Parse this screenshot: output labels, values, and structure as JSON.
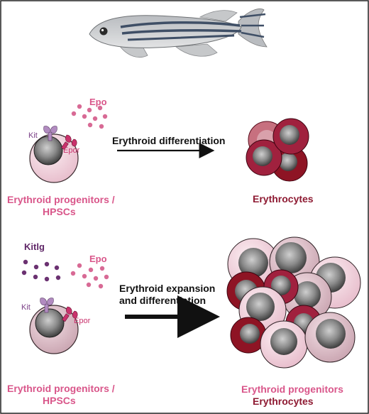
{
  "top_panel": {
    "ligand": "Epo",
    "kit_label": "Kit",
    "epor_label": "Epor",
    "arrow_label": "Erythroid differentiation",
    "source_label_line1": "Erythroid progenitors /",
    "source_label_line2": "HPSCs",
    "result_label": "Erythrocytes"
  },
  "bottom_panel": {
    "ligand_kitlg": "Kitlg",
    "ligand_epo": "Epo",
    "kit_label": "Kit",
    "epor_label": "Epor",
    "arrow_label_line1": "Erythroid expansion",
    "arrow_label_line2": "and differentiation",
    "source_label_line1": "Erythroid progenitors /",
    "source_label_line2": "HPSCs",
    "result_label_line1": "Erythroid progenitors",
    "result_label_line2": "Erythrocytes"
  },
  "colors": {
    "progenitor_pink": "#f0cfd9",
    "nucleus_grey": "#7a7a7a",
    "erythrocyte_red": "#a0213e",
    "kit_purple": "#b18bc0",
    "epor_pink": "#c9326c",
    "epo_dot": "#d86a95",
    "kitlg_dot": "#6b3171"
  }
}
